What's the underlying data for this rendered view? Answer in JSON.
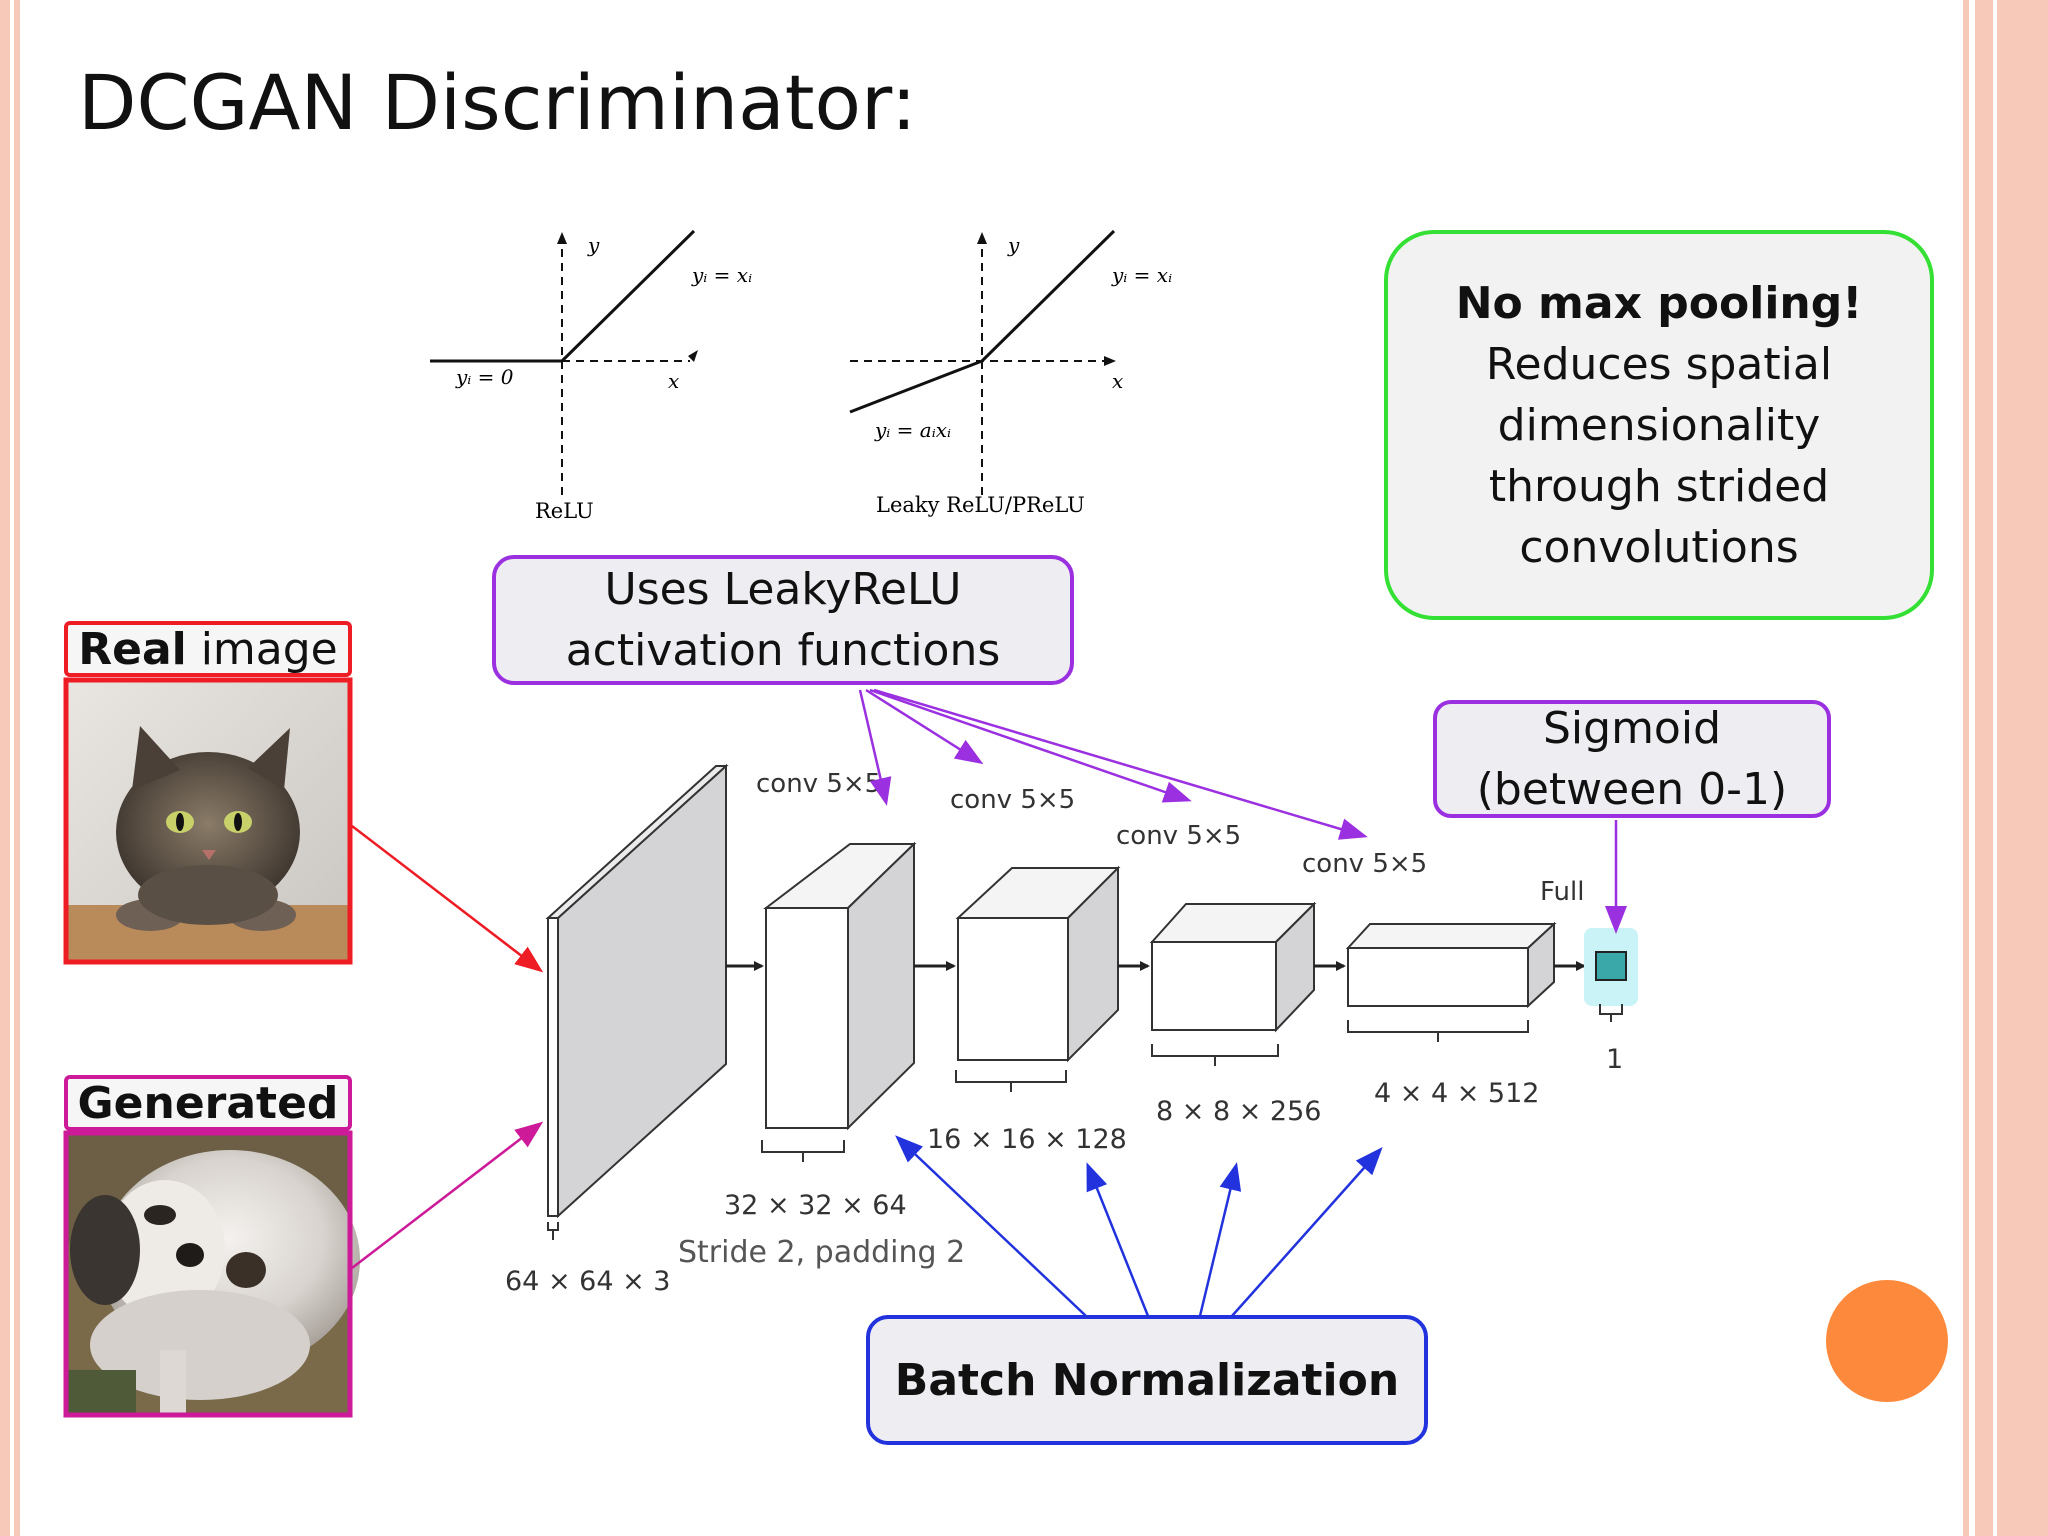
{
  "title": "DCGAN Discriminator:",
  "relu_plot": {
    "y_axis": "y",
    "x_axis": "x",
    "positive_eq": "yᵢ = xᵢ",
    "negative_eq": "yᵢ = 0",
    "caption": "ReLU"
  },
  "leaky_plot": {
    "y_axis": "y",
    "x_axis": "x",
    "positive_eq": "yᵢ = xᵢ",
    "negative_eq": "yᵢ = aᵢxᵢ",
    "caption": "Leaky ReLU/PReLU"
  },
  "no_max_pooling": {
    "heading": "No max pooling!",
    "lines": [
      "Reduces spatial",
      "dimensionality",
      "through strided",
      "convolutions"
    ]
  },
  "leaky_box": {
    "lines": [
      "Uses LeakyReLU",
      "activation functions"
    ]
  },
  "sigmoid_box": {
    "lines": [
      "Sigmoid",
      "(between 0-1)"
    ]
  },
  "batch_norm_box": {
    "label": "Batch Normalization"
  },
  "inputs": {
    "real_label_bold": "Real",
    "real_label_rest": " image",
    "generated_label": "Generated"
  },
  "network": {
    "conv_labels": [
      "conv 5×5",
      "conv 5×5",
      "conv 5×5",
      "conv 5×5"
    ],
    "full_label": "Full",
    "dims": [
      "64 × 64 × 3",
      "32 × 32 × 64",
      "16 × 16 × 128",
      "8 × 8 × 256",
      "4 × 4 × 512",
      "1"
    ],
    "stride_note": "Stride 2, padding 2"
  },
  "colors": {
    "green": "#33e033",
    "purple": "#9b30e0",
    "blue": "#2233dd",
    "red": "#ee1c24",
    "magenta": "#cc1a99",
    "orange": "#fd8a3c"
  }
}
